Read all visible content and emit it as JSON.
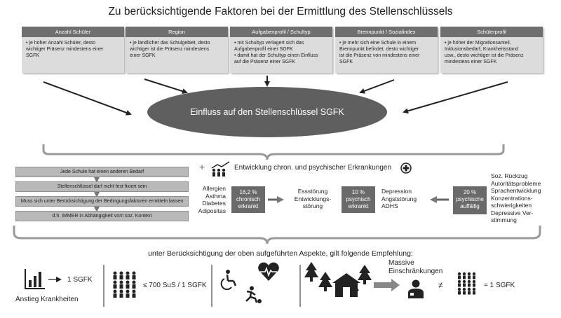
{
  "title": "Zu berücksichtigende Faktoren bei der Ermittlung des Stellenschlüssels",
  "factors": [
    {
      "header": "Anzahl Schüler",
      "lines": [
        "• je höher Anzahl Schüler, desto",
        "wichtiger Präsenz mindestens einer",
        "SGFK"
      ]
    },
    {
      "header": "Region",
      "lines": [
        "• je ländlicher das Schulgebiet, desto",
        "wichtiger ist die Präsenz mindestens",
        "einer SGFK"
      ]
    },
    {
      "header": "Aufgabenprofil / Schultyp",
      "lines": [
        "• mit Schultyp verlagert sich das",
        "Aufgabenprofil einer SGFK",
        "• damit hat der Schultyp einen Einfluss",
        "auf die Präsenz einer SGFK"
      ]
    },
    {
      "header": "Brennpunkt / Sozialindex",
      "lines": [
        "• je mehr sich eine Schule in einem",
        "Brennpunkt befindet, desto wichtiger",
        "ist die Präsenz von mindestens einer",
        "SGFK"
      ]
    },
    {
      "header": "Schülerprofil",
      "lines": [
        "• je höher der Migrationsanteil,",
        "Inklusionsbedarf, Krankheitsstand",
        "usw., desto wichtiger ist die Präsenz",
        "mindestens einer SGFK"
      ]
    }
  ],
  "ellipse_label": "Einfluss auf den Stellenschlüssel SGFK",
  "steps": [
    "Jede Schule hat einen anderen Bedarf",
    "Stellenschlüssel darf nicht fest fixiert sein",
    "Muss sich unter Berücksichtigung der Bedingungsfaktoren ermitteln lassen",
    "d.h. IMMER in Abhängigkeit vom soz. Kontext"
  ],
  "plus_sign": "+",
  "dev_title": "Entwicklung chron. und psychischer Erkrankungen",
  "left_conditions": [
    "Allergien",
    "Asthma",
    "Diabetes",
    "Adipositas"
  ],
  "box_chronic": [
    "16,2 %",
    "chronisch",
    "erkrankt"
  ],
  "mid_conditions": [
    "Essstörung",
    "Entwicklungs-",
    "störung"
  ],
  "box_psychic": [
    "10 %",
    "psychisch",
    "erkrankt"
  ],
  "mid2_conditions": [
    "Depression",
    "Angststörung",
    "ADHS"
  ],
  "box_conspicuous": [
    "20 %",
    "psychische",
    "auffällig"
  ],
  "right_conditions": [
    "Soz. Rückzug",
    "Autoritätsprobleme",
    "Sprachentwicklung",
    "Konzentrations-",
    "schwierigkeiten",
    "Depressive Ver-",
    "stimmung"
  ],
  "recommendation": "unter Berücksichtigung der oben aufgeführten Aspekte, gilt folgende Empfehlung:",
  "rec_1_sgfk": "1 SGFK",
  "rec_illness_label": "Anstieg Krankheiten",
  "rec_students": "≤ 700 SuS / 1 SGFK",
  "massive_label": [
    "Massive",
    "Einschränkungen"
  ],
  "neq": "≠",
  "rec_last": "= 1 SGFK"
}
